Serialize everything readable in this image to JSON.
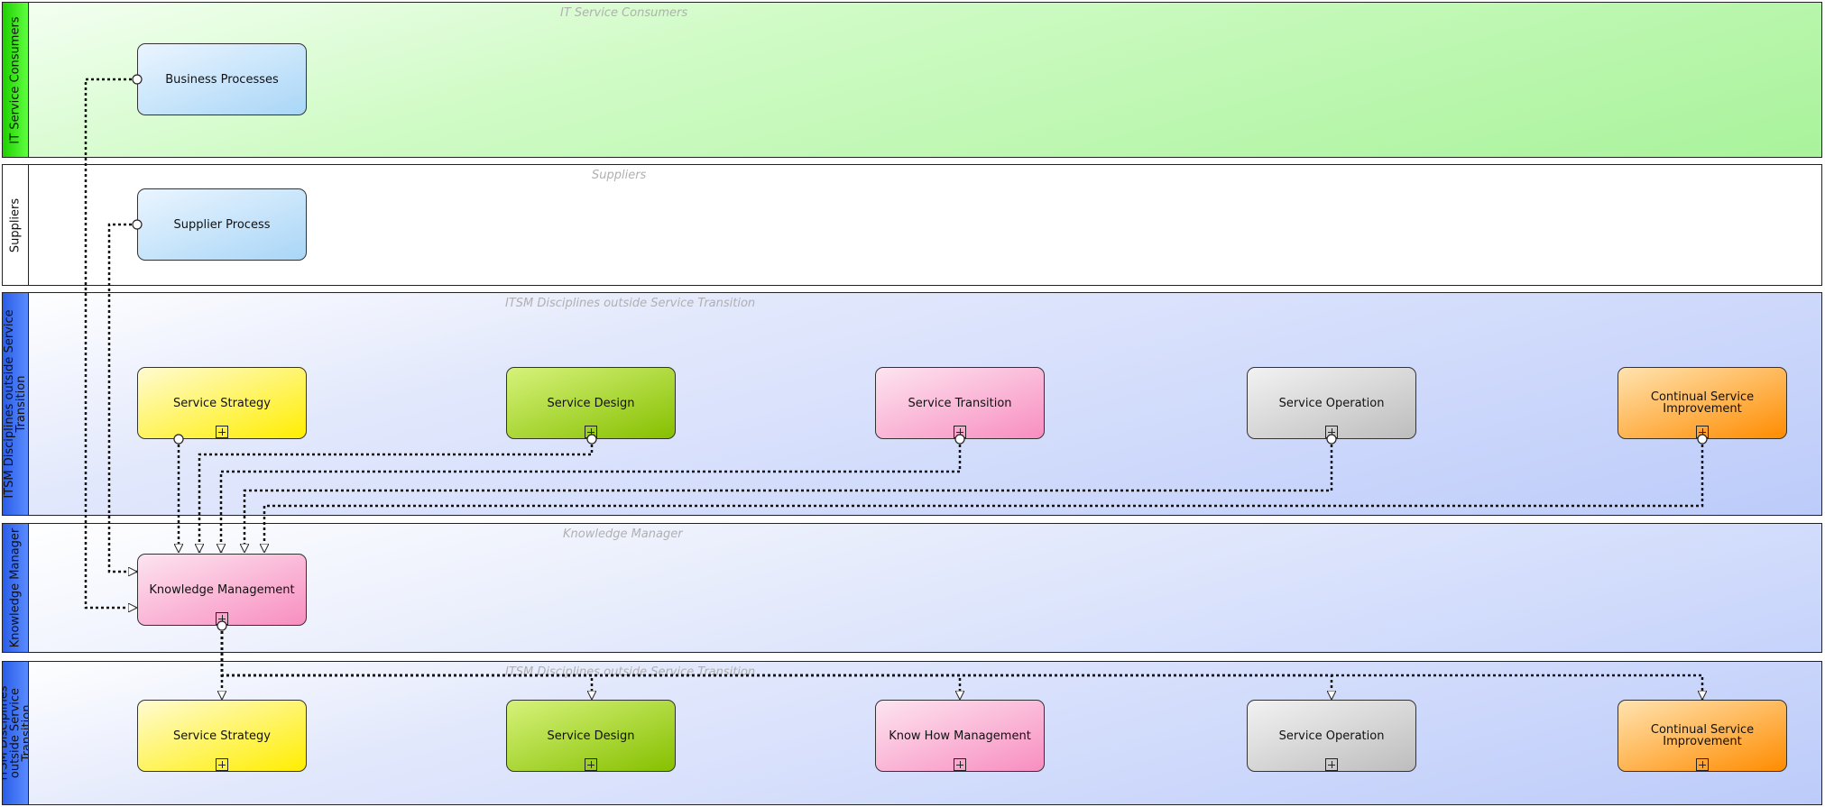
{
  "lanes": [
    {
      "id": "consumers",
      "header": "IT Service Consumers",
      "watermark": "IT Service Consumers"
    },
    {
      "id": "suppliers",
      "header": "Suppliers",
      "watermark": "Suppliers"
    },
    {
      "id": "itsm_top",
      "header": "ITSM Disciplines outside Service Transition",
      "watermark": "ITSM Disciplines outside Service Transition"
    },
    {
      "id": "km",
      "header": "Knowledge Manager",
      "watermark": "Knowledge Manager"
    },
    {
      "id": "itsm_bottom",
      "header": "ITSM Disciplines outside Service Transition",
      "watermark": "ITSM Disciplines outside Service Transition"
    }
  ],
  "nodes": {
    "business_processes": "Business Processes",
    "supplier_process": "Supplier Process",
    "service_strategy_top": "Service Strategy",
    "service_design_top": "Service Design",
    "service_transition_top": "Service Transition",
    "service_operation_top": "Service Operation",
    "csi_top": "Continual Service Improvement",
    "knowledge_management": "Knowledge Management",
    "service_strategy_bottom": "Service Strategy",
    "service_design_bottom": "Service Design",
    "know_how_management": "Know How Management",
    "service_operation_bottom": "Service Operation",
    "csi_bottom": "Continual Service Improvement"
  },
  "colors": {
    "consumers_lane": "#b6f7a8",
    "consumers_header": "#22dd00",
    "itsm_lane": "#c4d1fb",
    "itsm_header": "#3a6cf0",
    "blue_box": "#a9d6f7",
    "yellow_box": "#ffee00",
    "green_box": "#86c000",
    "pink_box": "#f88ec0",
    "grey_box": "#bdbdbd",
    "orange_box": "#ff8c00"
  }
}
